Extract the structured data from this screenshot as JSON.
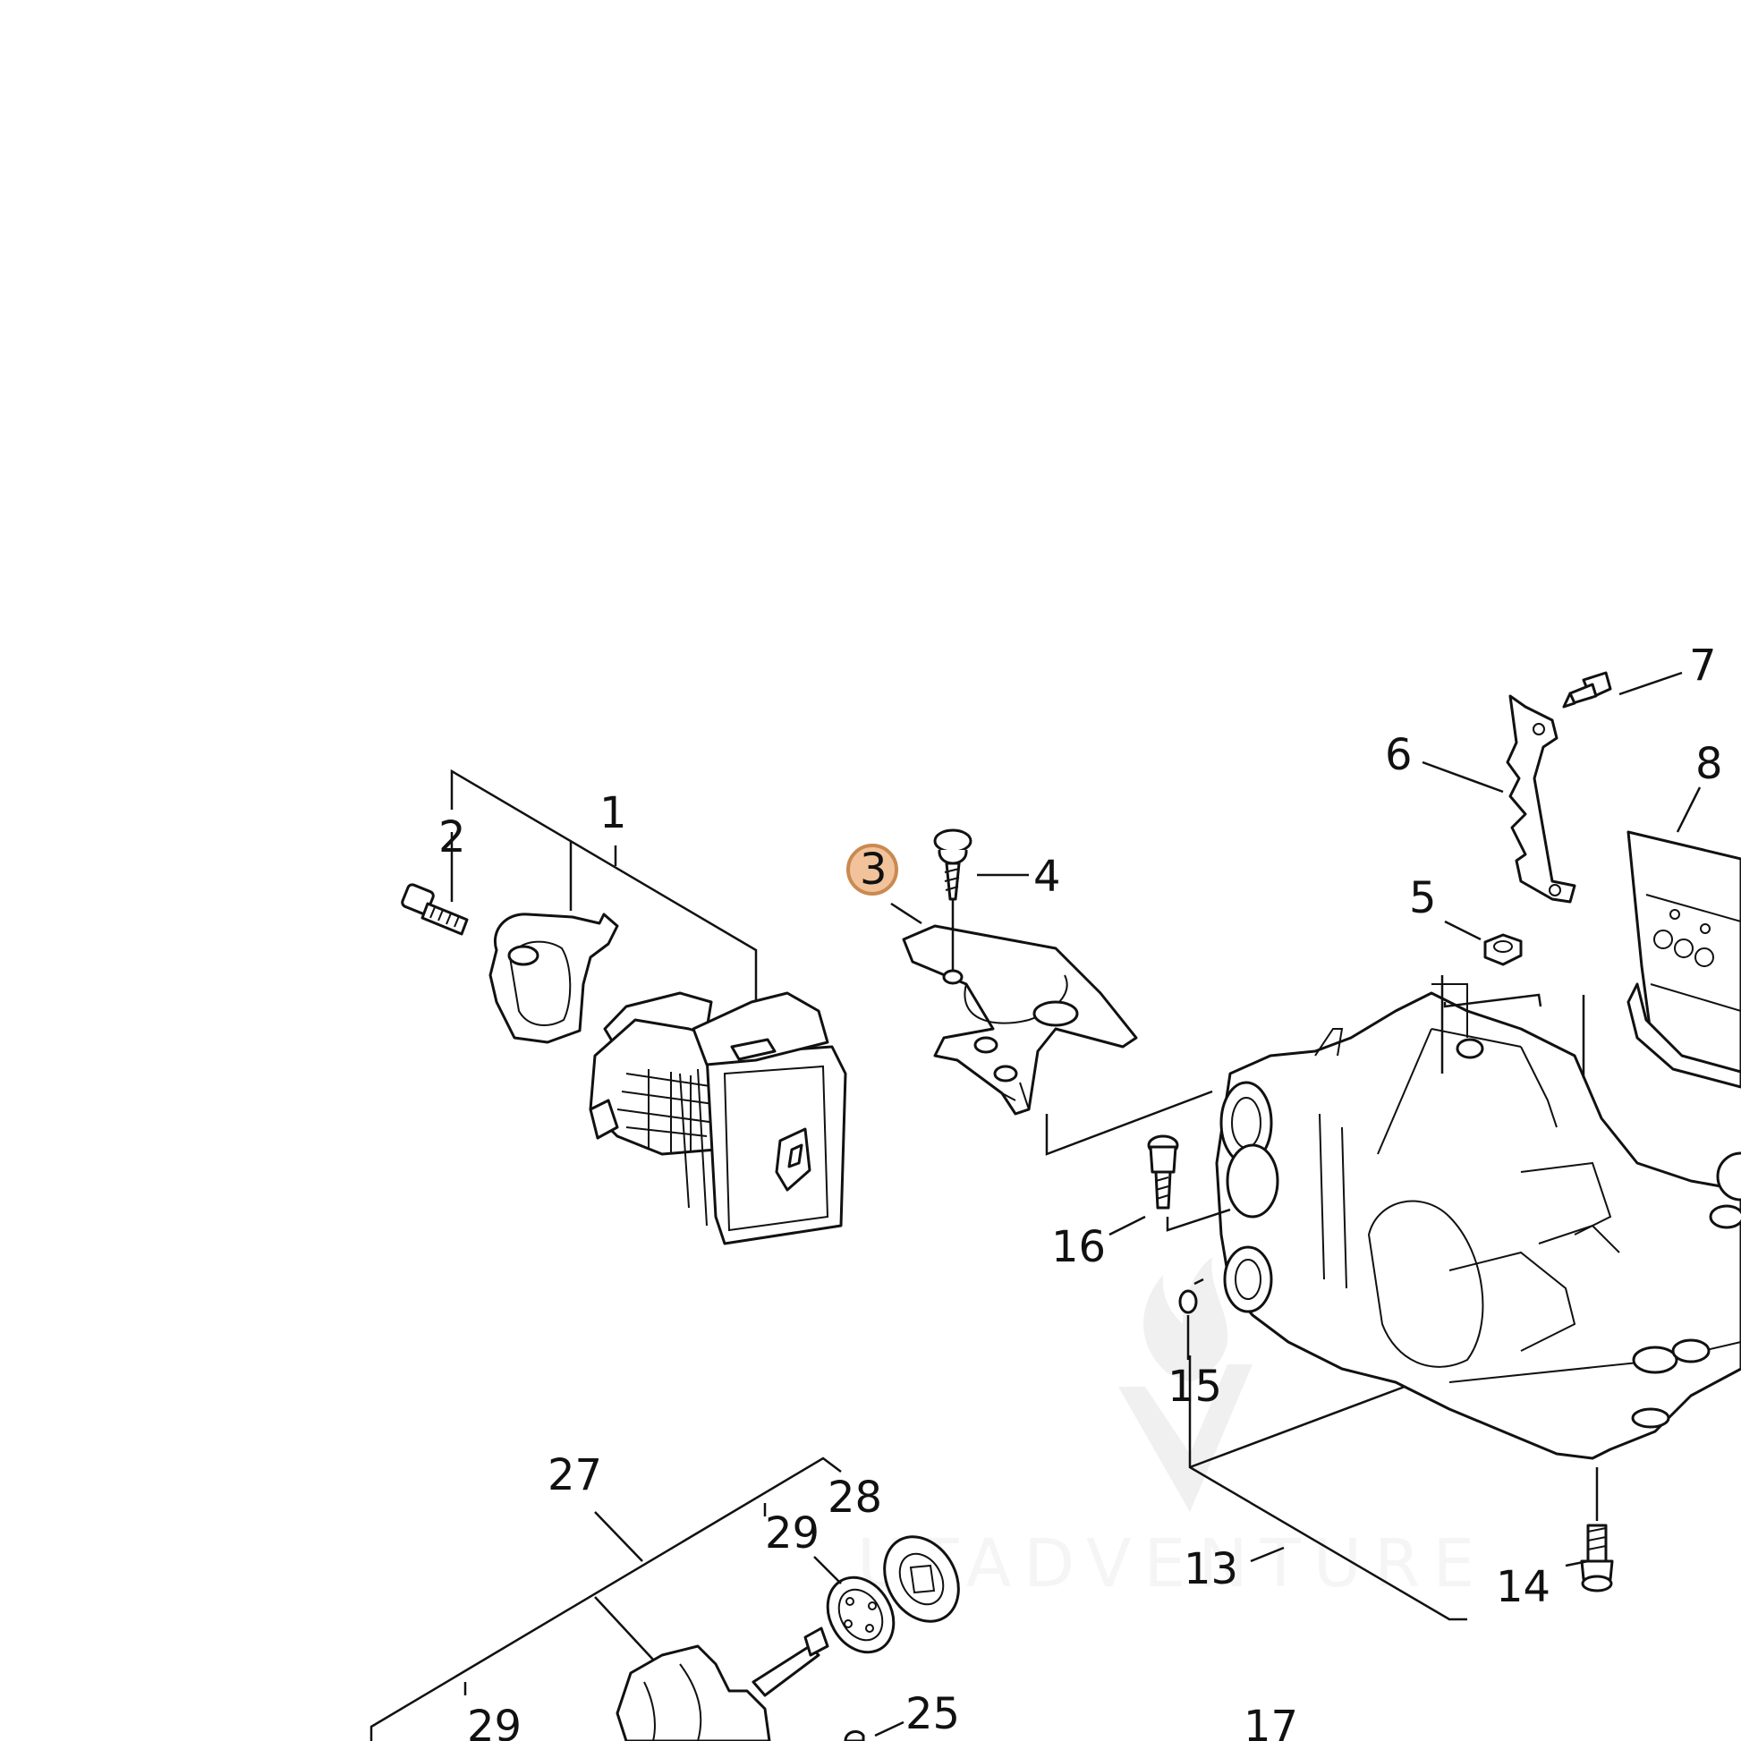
{
  "diagram": {
    "labels": {
      "p1": "1",
      "p2": "2",
      "p3": "3",
      "p4": "4",
      "p5": "5",
      "p6": "6",
      "p7": "7",
      "p8": "8",
      "p13": "13",
      "p14": "14",
      "p15": "15",
      "p16": "16",
      "p17": "17",
      "p25": "25",
      "p27": "27",
      "p28": "28",
      "p29a": "29",
      "p29b": "29"
    },
    "highlight": {
      "part": "3",
      "fill": "#f2c29a",
      "stroke": "#c98a52"
    },
    "watermark": {
      "text": "UTADVENTURE"
    }
  }
}
